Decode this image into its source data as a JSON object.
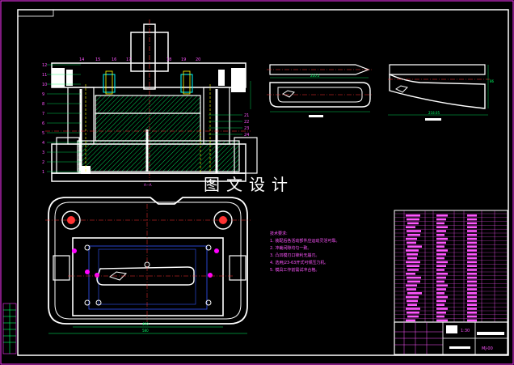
{
  "watermark": "图文设计",
  "section_label": "A—A",
  "notes": {
    "title": "技术要求:",
    "items": [
      "1. 装配后各活动部件应运动灵活可靠。",
      "2. 冲裁间隙均匀一致。",
      "3. 凸凹模刃口锋利无崩刃。",
      "4. 选用J23-63开式可倾压力机。",
      "5. 模具工作前需试冲合格。"
    ]
  },
  "title_block": {
    "scale": "1:30",
    "drawing_no": "MJ-00"
  },
  "part_numbers_left": [
    "12",
    "11",
    "10",
    "9",
    "8",
    "7",
    "6",
    "5",
    "4",
    "3",
    "2",
    "1"
  ],
  "part_numbers_top": [
    "14",
    "15",
    "16",
    "17",
    "18",
    "19",
    "20"
  ],
  "part_numbers_right": [
    "21",
    "22",
    "23",
    "24"
  ],
  "dimensions": {
    "plan_width": "580",
    "plan_inner": "490",
    "part_length": "220.5",
    "part_length2": "218.05",
    "part_side": "86"
  },
  "colors": {
    "outline": "#ffffff",
    "center": "#ff3333",
    "dim": "#00ff66",
    "hatch": "#00ff66",
    "leader": "#ffff00",
    "highlight": "#ff00ff",
    "spring": "#00ffff",
    "table": "#ff55ff"
  }
}
